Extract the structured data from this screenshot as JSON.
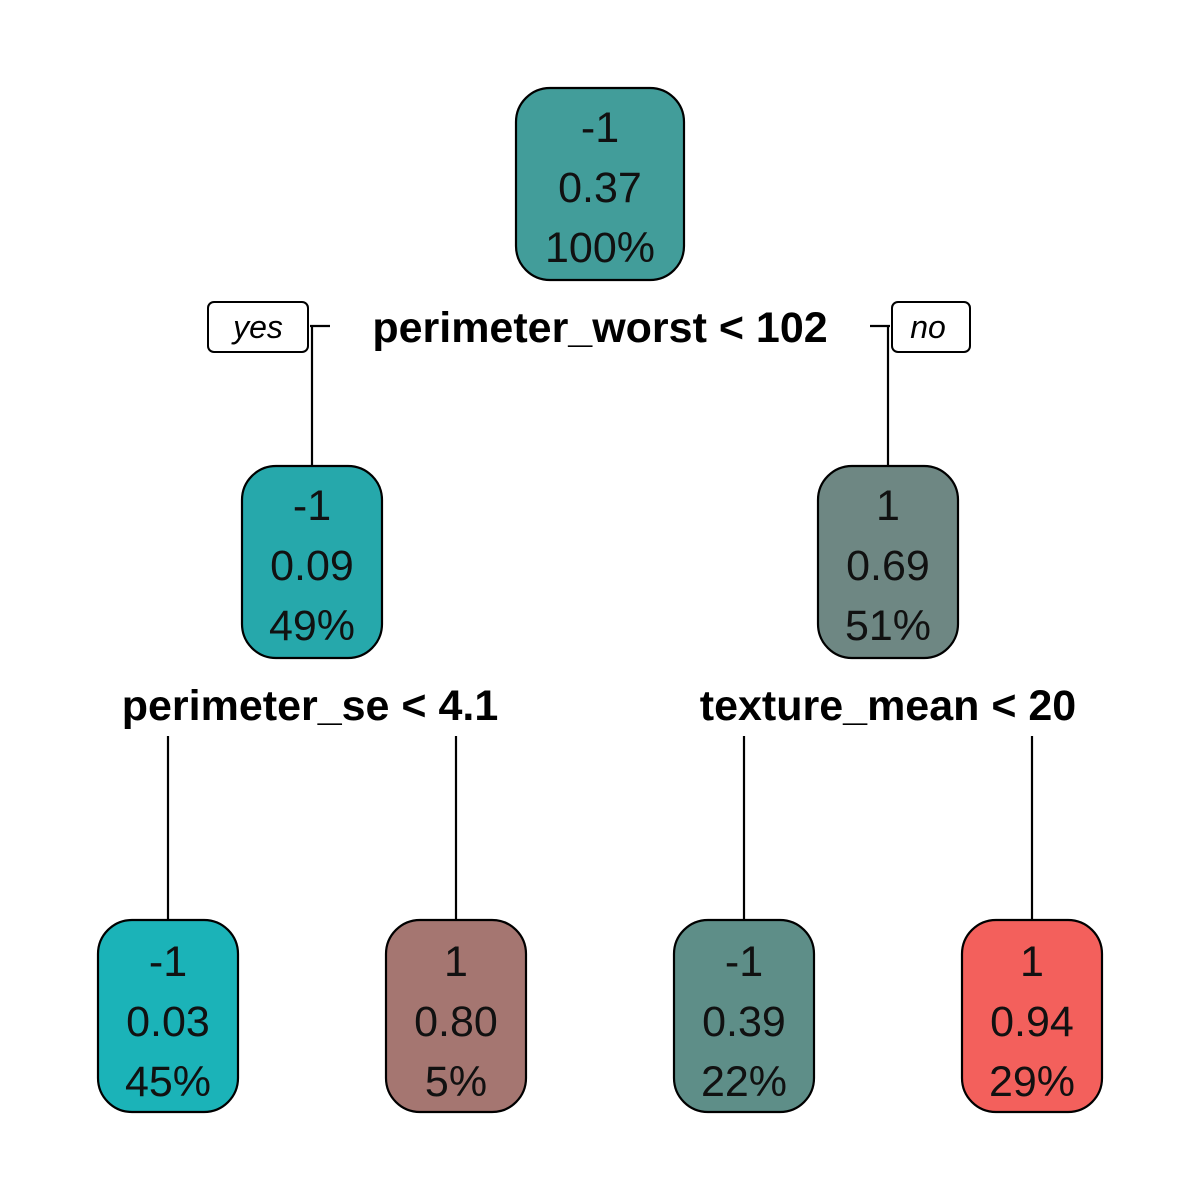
{
  "tree": {
    "root": {
      "class": "-1",
      "prob": "0.37",
      "pct": "100%",
      "fill": "#429D9A"
    },
    "root_split": "perimeter_worst < 102",
    "yes_label": "yes",
    "no_label": "no",
    "left": {
      "class": "-1",
      "prob": "0.09",
      "pct": "49%",
      "fill": "#26A8AB"
    },
    "left_split": "perimeter_se < 4.1",
    "right": {
      "class": "1",
      "prob": "0.69",
      "pct": "51%",
      "fill": "#6E8783"
    },
    "right_split": "texture_mean < 20",
    "leaves": [
      {
        "class": "-1",
        "prob": "0.03",
        "pct": "45%",
        "fill": "#1BB3B8"
      },
      {
        "class": "1",
        "prob": "0.80",
        "pct": "5%",
        "fill": "#A57671"
      },
      {
        "class": "-1",
        "prob": "0.39",
        "pct": "22%",
        "fill": "#5E8E88"
      },
      {
        "class": "1",
        "prob": "0.94",
        "pct": "29%",
        "fill": "#F3605C"
      }
    ]
  }
}
